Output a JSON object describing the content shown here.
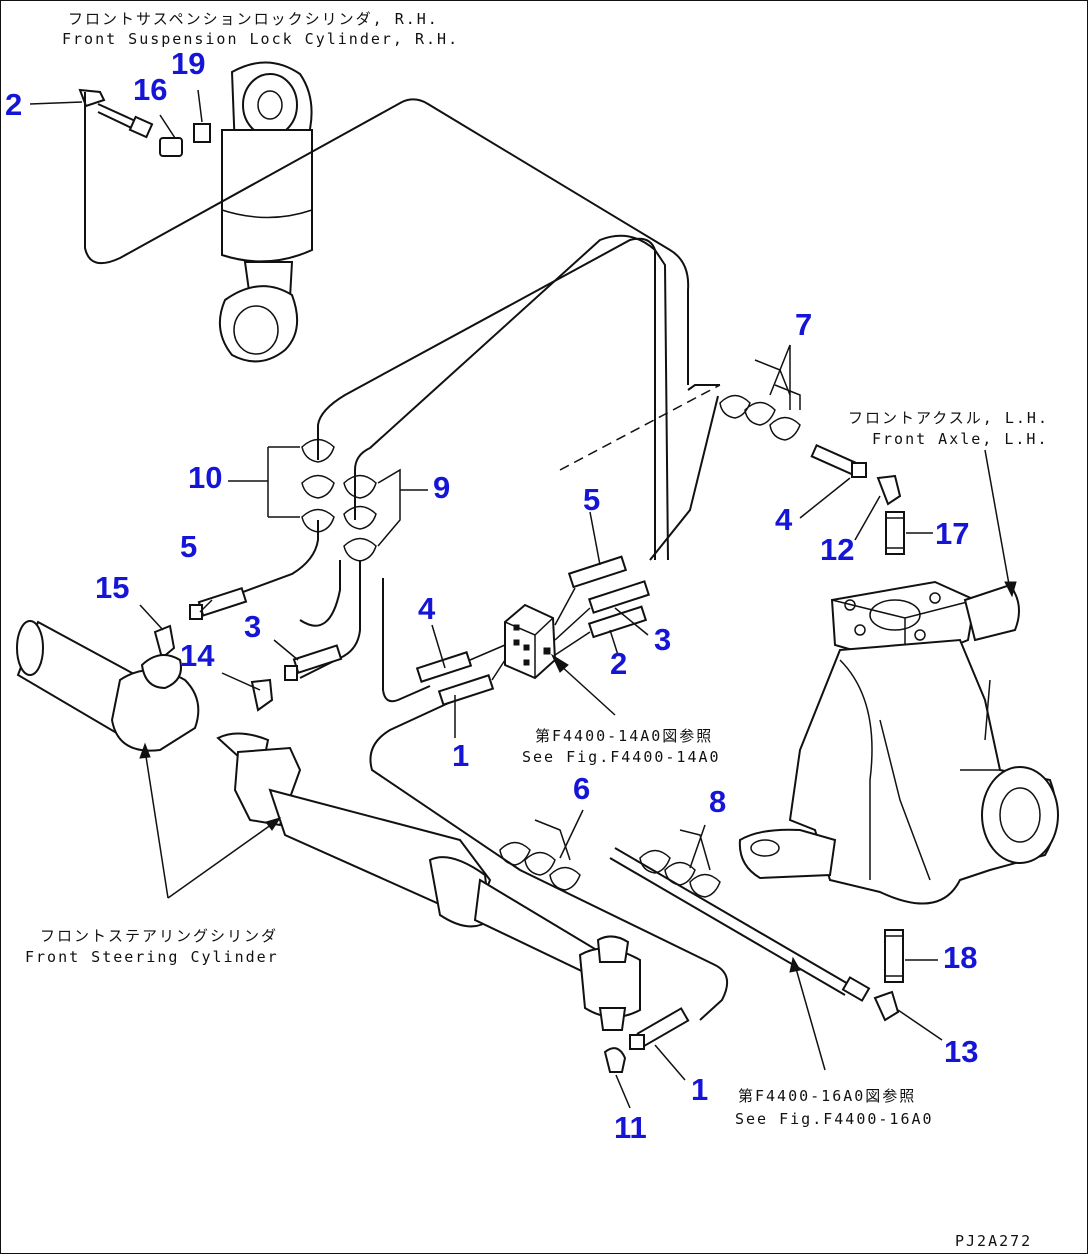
{
  "labels": {
    "suspension_jp": "フロントサスペンションロックシリンダ, R.H.",
    "suspension_en": "Front Suspension Lock Cylinder, R.H.",
    "axle_jp": "フロントアクスル, L.H.",
    "axle_en": "Front Axle, L.H.",
    "steering_jp": "フロントステアリングシリンダ",
    "steering_en": "Front Steering Cylinder",
    "ref1_jp": "第F4400-14A0図参照",
    "ref1_en": "See Fig.F4400-14A0",
    "ref2_jp": "第F4400-16A0図参照",
    "ref2_en": "See Fig.F4400-16A0",
    "drawing_no": "PJ2A272"
  },
  "callouts": [
    "1",
    "1",
    "2",
    "2",
    "3",
    "3",
    "4",
    "4",
    "5",
    "5",
    "6",
    "7",
    "8",
    "9",
    "10",
    "11",
    "12",
    "13",
    "14",
    "15",
    "16",
    "17",
    "18",
    "19"
  ],
  "colors": {
    "callout": "#1515d8",
    "line": "#111111"
  }
}
